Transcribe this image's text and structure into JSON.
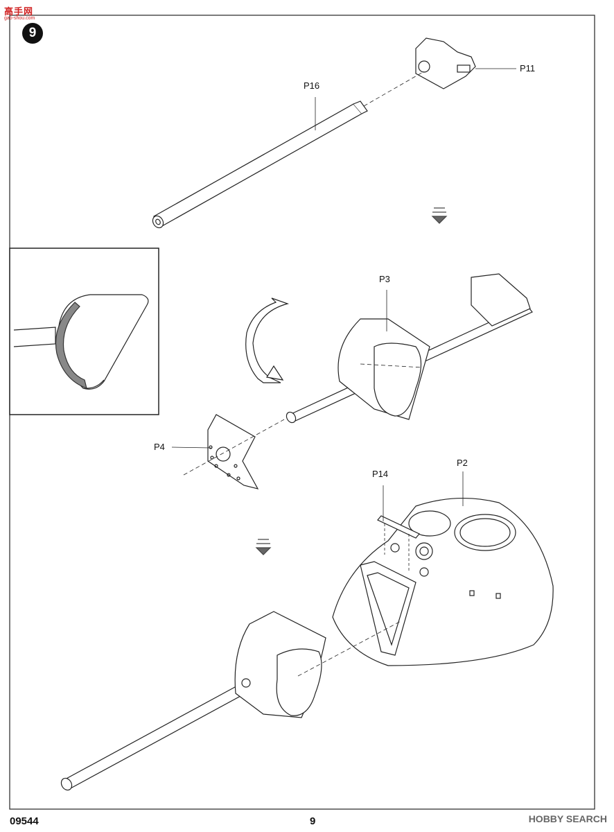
{
  "watermark": {
    "title": "高手网",
    "subtitle": "gao-shou.com"
  },
  "step_number": "9",
  "labels": {
    "p16": "P16",
    "p11": "P11",
    "p3": "P3",
    "p4": "P4",
    "p14": "P14",
    "p2": "P2"
  },
  "footer": {
    "kit_code": "09544",
    "page_number": "9",
    "source_watermark": "HOBBY SEARCH"
  }
}
